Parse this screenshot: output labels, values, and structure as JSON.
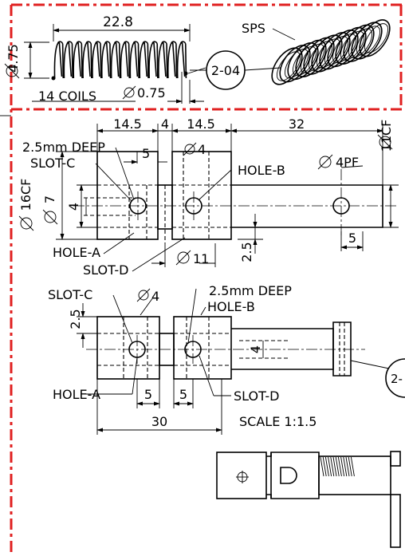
{
  "colors": {
    "frame": "#e02020",
    "ink": "#000000",
    "background": "#ffffff"
  },
  "spring": {
    "length": "22.8",
    "diameter": "4.75",
    "wire": "0.75",
    "coils": "14 COILS",
    "tag": "SPS",
    "balloon": "2-04"
  },
  "top_view": {
    "dim_a": "14.5",
    "dim_b": "4",
    "dim_c": "14.5",
    "dim_d": "32",
    "slot_depth": "2.5mm DEEP",
    "slot_c": "SLOT-C",
    "slot_width": "5",
    "hole_dia": "4",
    "hole_b": "HOLE-B",
    "pin_hole": "4PF",
    "shaft_dia": "11CF",
    "body_dia": "16CF",
    "inner_dia": "7",
    "hole_offset": "4",
    "hole_a": "HOLE-A",
    "slot_d": "SLOT-D",
    "bore_dia": "11",
    "step": "2.5",
    "end_dim": "5"
  },
  "front_view": {
    "slot_c": "SLOT-C",
    "hole_dia": "4",
    "slot_depth": "2.5mm DEEP",
    "hole_b": "HOLE-B",
    "step": "2.5",
    "hole_offset": "4",
    "hole_a": "HOLE-A",
    "dim_5a": "5",
    "dim_5b": "5",
    "slot_d": "SLOT-D",
    "dim_30": "30",
    "scale": "SCALE 1:1.5",
    "balloon_partial": "2-"
  }
}
